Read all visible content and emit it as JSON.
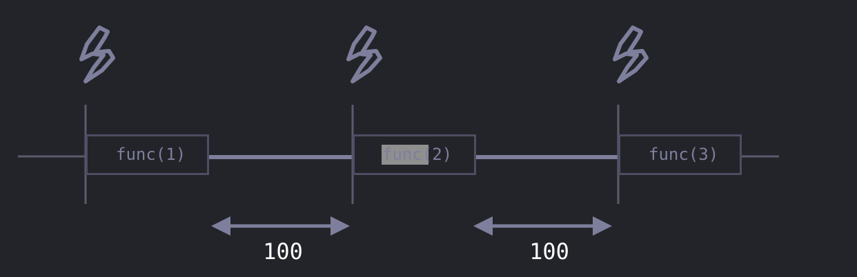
{
  "colors": {
    "background": "#232429",
    "line": "#7e7f9c",
    "thin_line": "#5a5b6e",
    "box_stroke": "#4d4e64",
    "label_text": "#7e7f9c",
    "interval_text": "#ffffff",
    "highlight": "#8f8f8f"
  },
  "icons": {
    "trigger": "lightning-bolt-icon",
    "interval_arrow": "double-headed-arrow-icon"
  },
  "calls": [
    {
      "label": "func(1)"
    },
    {
      "label_highlighted": "func",
      "label_rest": "(2)"
    },
    {
      "label": "func(3)"
    }
  ],
  "intervals": [
    {
      "value": "100"
    },
    {
      "value": "100"
    }
  ]
}
